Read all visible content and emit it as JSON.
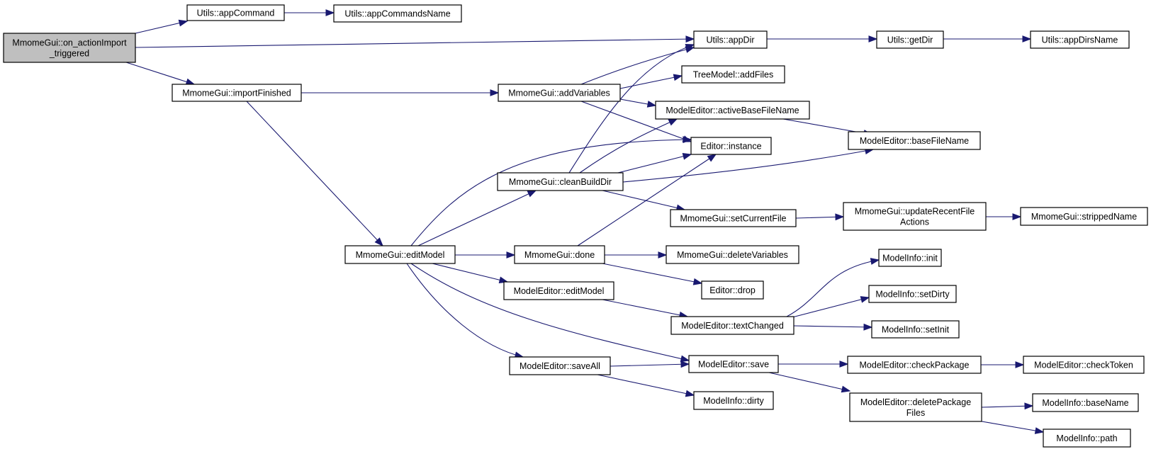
{
  "diagram": {
    "type": "call-graph",
    "colors": {
      "edge": "#191970",
      "root_fill": "#bfbfbf",
      "node_fill": "#ffffff",
      "border": "#000000"
    },
    "nodes": [
      {
        "id": "root",
        "lines": [
          "MmomeGui::on_actionImport",
          "_triggered"
        ],
        "root": true
      },
      {
        "id": "appCommand",
        "lines": [
          "Utils::appCommand"
        ]
      },
      {
        "id": "appCommandsName",
        "lines": [
          "Utils::appCommandsName"
        ]
      },
      {
        "id": "appDir",
        "lines": [
          "Utils::appDir"
        ]
      },
      {
        "id": "getDir",
        "lines": [
          "Utils::getDir"
        ]
      },
      {
        "id": "appDirsName",
        "lines": [
          "Utils::appDirsName"
        ]
      },
      {
        "id": "importFinished",
        "lines": [
          "MmomeGui::importFinished"
        ]
      },
      {
        "id": "addVariables",
        "lines": [
          "MmomeGui::addVariables"
        ]
      },
      {
        "id": "addFiles",
        "lines": [
          "TreeModel::addFiles"
        ]
      },
      {
        "id": "activeBaseFileName",
        "lines": [
          "ModelEditor::activeBaseFileName"
        ]
      },
      {
        "id": "baseFileName",
        "lines": [
          "ModelEditor::baseFileName"
        ]
      },
      {
        "id": "instance",
        "lines": [
          "Editor::instance"
        ]
      },
      {
        "id": "cleanBuildDir",
        "lines": [
          "MmomeGui::cleanBuildDir"
        ]
      },
      {
        "id": "setCurrentFile",
        "lines": [
          "MmomeGui::setCurrentFile"
        ]
      },
      {
        "id": "updateRecent",
        "lines": [
          "MmomeGui::updateRecentFile",
          "Actions"
        ]
      },
      {
        "id": "strippedName",
        "lines": [
          "MmomeGui::strippedName"
        ]
      },
      {
        "id": "editModel",
        "lines": [
          "MmomeGui::editModel"
        ]
      },
      {
        "id": "done",
        "lines": [
          "MmomeGui::done"
        ]
      },
      {
        "id": "deleteVariables",
        "lines": [
          "MmomeGui::deleteVariables"
        ]
      },
      {
        "id": "drop",
        "lines": [
          "Editor::drop"
        ]
      },
      {
        "id": "meEditModel",
        "lines": [
          "ModelEditor::editModel"
        ]
      },
      {
        "id": "init",
        "lines": [
          "ModelInfo::init"
        ]
      },
      {
        "id": "setDirty",
        "lines": [
          "ModelInfo::setDirty"
        ]
      },
      {
        "id": "textChanged",
        "lines": [
          "ModelEditor::textChanged"
        ]
      },
      {
        "id": "setInit",
        "lines": [
          "ModelInfo::setInit"
        ]
      },
      {
        "id": "saveAll",
        "lines": [
          "ModelEditor::saveAll"
        ]
      },
      {
        "id": "save",
        "lines": [
          "ModelEditor::save"
        ]
      },
      {
        "id": "checkPackage",
        "lines": [
          "ModelEditor::checkPackage"
        ]
      },
      {
        "id": "checkToken",
        "lines": [
          "ModelEditor::checkToken"
        ]
      },
      {
        "id": "dirty",
        "lines": [
          "ModelInfo::dirty"
        ]
      },
      {
        "id": "deletePackageFiles",
        "lines": [
          "ModelEditor::deletePackage",
          "Files"
        ]
      },
      {
        "id": "baseName",
        "lines": [
          "ModelInfo::baseName"
        ]
      },
      {
        "id": "path",
        "lines": [
          "ModelInfo::path"
        ]
      }
    ],
    "edges": [
      [
        "root",
        "appCommand"
      ],
      [
        "appCommand",
        "appCommandsName"
      ],
      [
        "root",
        "appDir"
      ],
      [
        "appDir",
        "getDir"
      ],
      [
        "getDir",
        "appDirsName"
      ],
      [
        "root",
        "importFinished"
      ],
      [
        "importFinished",
        "addVariables"
      ],
      [
        "importFinished",
        "editModel"
      ],
      [
        "addVariables",
        "appDir"
      ],
      [
        "addVariables",
        "addFiles"
      ],
      [
        "addVariables",
        "activeBaseFileName"
      ],
      [
        "addVariables",
        "instance"
      ],
      [
        "activeBaseFileName",
        "baseFileName"
      ],
      [
        "cleanBuildDir",
        "appDir"
      ],
      [
        "cleanBuildDir",
        "activeBaseFileName"
      ],
      [
        "cleanBuildDir",
        "instance"
      ],
      [
        "cleanBuildDir",
        "baseFileName"
      ],
      [
        "cleanBuildDir",
        "setCurrentFile"
      ],
      [
        "setCurrentFile",
        "updateRecent"
      ],
      [
        "updateRecent",
        "strippedName"
      ],
      [
        "editModel",
        "instance"
      ],
      [
        "editModel",
        "cleanBuildDir"
      ],
      [
        "editModel",
        "done"
      ],
      [
        "editModel",
        "meEditModel"
      ],
      [
        "editModel",
        "save"
      ],
      [
        "editModel",
        "saveAll"
      ],
      [
        "done",
        "instance"
      ],
      [
        "done",
        "deleteVariables"
      ],
      [
        "done",
        "drop"
      ],
      [
        "meEditModel",
        "textChanged"
      ],
      [
        "textChanged",
        "init"
      ],
      [
        "textChanged",
        "setDirty"
      ],
      [
        "textChanged",
        "setInit"
      ],
      [
        "saveAll",
        "save"
      ],
      [
        "saveAll",
        "dirty"
      ],
      [
        "save",
        "checkPackage"
      ],
      [
        "checkPackage",
        "checkToken"
      ],
      [
        "save",
        "deletePackageFiles"
      ],
      [
        "deletePackageFiles",
        "baseName"
      ],
      [
        "deletePackageFiles",
        "path"
      ]
    ]
  }
}
